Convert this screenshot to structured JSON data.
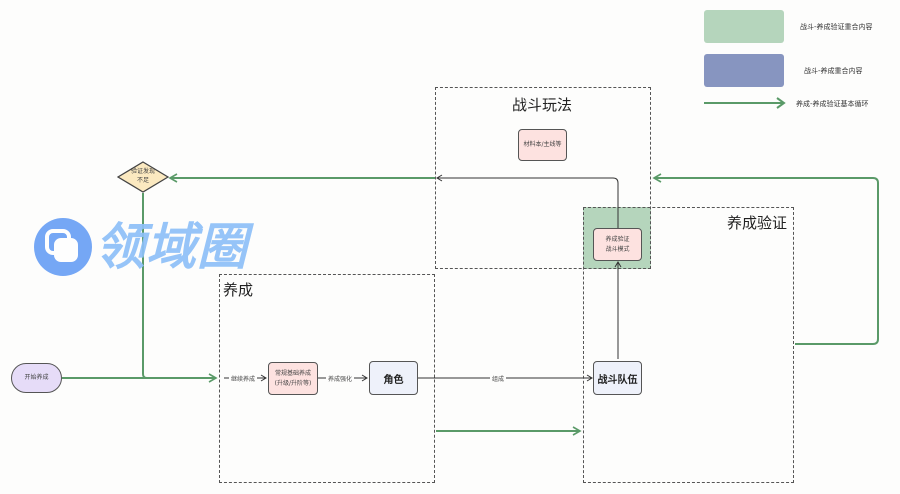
{
  "legend": [
    {
      "label": "战斗-养成验证重合内容",
      "color": "#b5d5bc",
      "kind": "swatch"
    },
    {
      "label": "战斗-养成重合内容",
      "color": "#8795c0",
      "kind": "swatch"
    },
    {
      "label": "养成-养成验证基本循环",
      "color": "#5a9a68",
      "kind": "arrow"
    }
  ],
  "groups": {
    "battle": {
      "title": "战斗玩法"
    },
    "growth": {
      "title": "养成"
    },
    "verify": {
      "title": "养成验证"
    }
  },
  "nodes": {
    "start": "开始养成",
    "decision_line1": "验证发现",
    "decision_line2": "不足",
    "basic_growth_line1": "常规基础养成",
    "basic_growth_line2": "(升级/升阶等)",
    "character": "角色",
    "team": "战斗队伍",
    "material": "材料本/主线等",
    "verify_mode_line1": "养成验证",
    "verify_mode_line2": "战斗模式"
  },
  "edge_labels": {
    "continue_growth": "继续养成",
    "growth_enhance": "养成强化",
    "compose": "组成"
  },
  "watermark": {
    "brand": "领域圈",
    "color": "#6aa0f5"
  },
  "colors": {
    "green_line": "#5a9a68",
    "overlap_green": "#b5d5bc",
    "node_pink": "#fde2e0",
    "node_blue": "#eef1fa",
    "start_purple": "#e6dcf8",
    "decision_yellow": "#fbe9c0"
  }
}
